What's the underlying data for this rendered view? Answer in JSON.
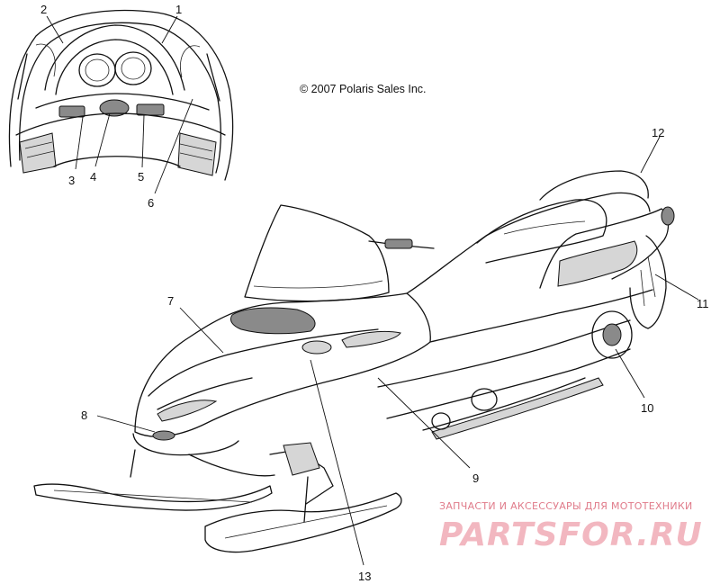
{
  "copyright": "© 2007 Polaris Sales Inc.",
  "watermark": {
    "subtitle": "ЗАПЧАСТИ И АКСЕССУАРЫ ДЛЯ МОТОТЕХНИКИ",
    "brand": "PARTSFOR.RU"
  },
  "callouts": {
    "c1": "1",
    "c2": "2",
    "c3": "3",
    "c4": "4",
    "c5": "5",
    "c6": "6",
    "c7": "7",
    "c8": "8",
    "c9": "9",
    "c10": "10",
    "c11": "11",
    "c12": "12",
    "c13": "13"
  }
}
